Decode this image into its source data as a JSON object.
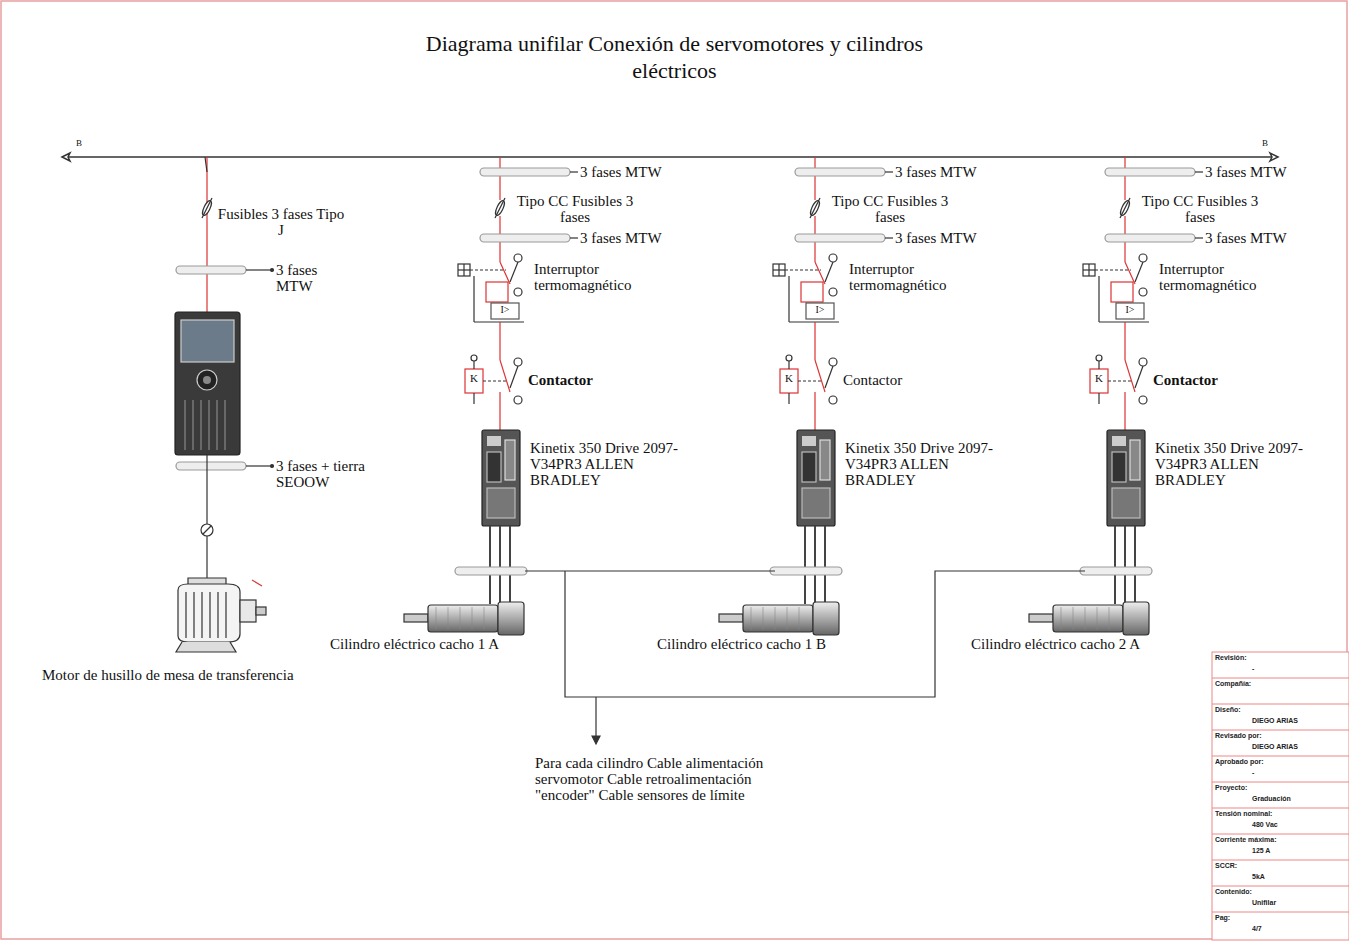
{
  "diagram": {
    "title": "Diagrama unifilar Conexión de servomotores y cilindros eléctricos",
    "labels": [
      "B",
      "B",
      "Fusibles 3 fases Tipo J",
      "3 fases MTW",
      "3 fases + tierra SEOOW",
      "Motor de husillo de mesa de transferencia",
      "3 fases MTW",
      "Tipo CC Fusibles 3 fases",
      "3 fases MTW",
      "Interruptor termomagnético",
      "I>",
      "K",
      "Contactor",
      "Kinetix 350 Drive 2097-V34PR3 ALLEN BRADLEY",
      "Cilindro eléctrico cacho 1 A",
      "3 fases MTW",
      "Tipo CC Fusibles 3 fases",
      "3 fases MTW",
      "Interruptor termomagnético",
      "I>",
      "K",
      "Contactor",
      "Kinetix 350 Drive 2097-V34PR3 ALLEN BRADLEY",
      "Cilindro eléctrico cacho 1 B",
      "3 fases MTW",
      "Tipo CC Fusibles 3 fases",
      "3 fases MTW",
      "Interruptor termomagnético",
      "I>",
      "K",
      "Contactor",
      "Kinetix 350 Drive 2097-V34PR3 ALLEN BRADLEY",
      "Cilindro eléctrico cacho 2 A",
      "Para cada cilindro Cable alimentación servomotor Cable retroalimentación \"encoder\" Cable sensores de límite",
      "Revisión:",
      "-",
      "Compañía:",
      "Diseño:",
      "DIEGO ARIAS",
      "Revisado por:",
      "DIEGO ARIAS",
      "Aprobado por:",
      "-",
      "Proyecto:",
      "Graduación",
      "Tensión nominal:",
      "480 Vac",
      "Corriente máxima:",
      "125 A",
      "SCCR:",
      "5kA",
      "Contenido:",
      "Unifilar",
      "Pag:",
      "4/7"
    ]
  }
}
